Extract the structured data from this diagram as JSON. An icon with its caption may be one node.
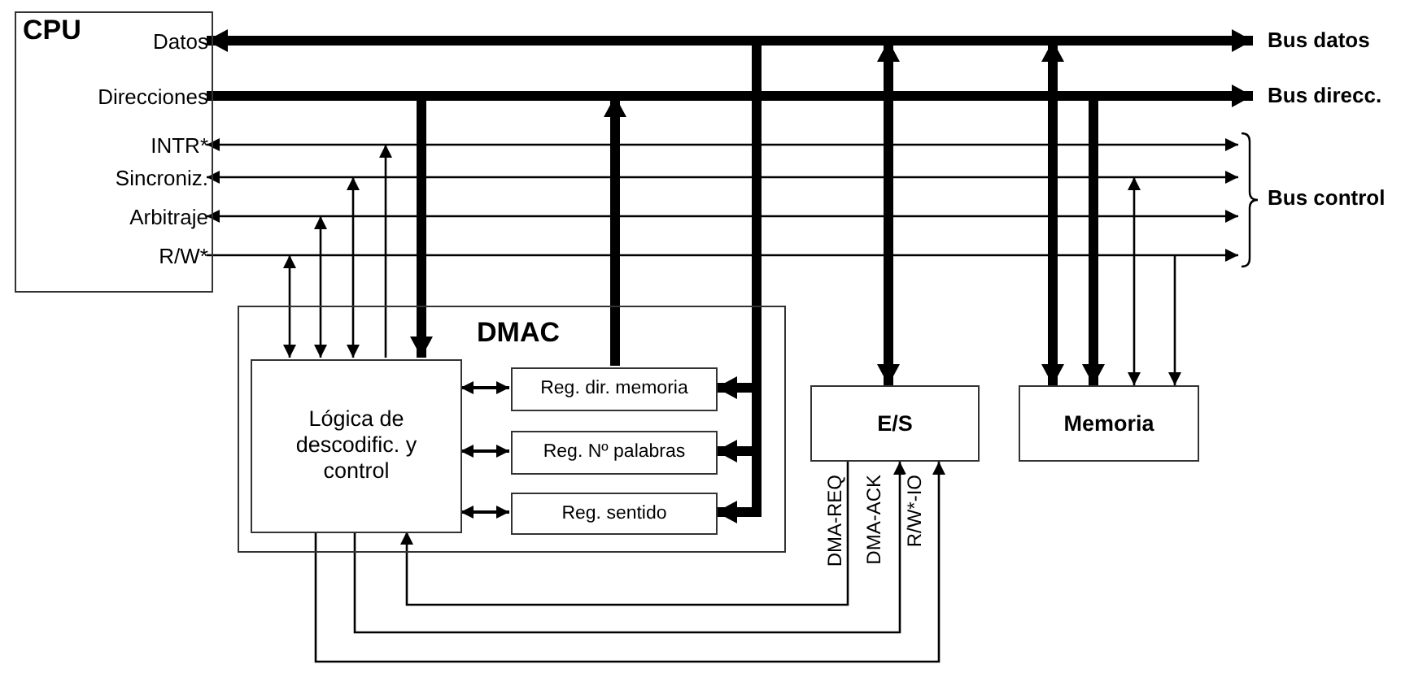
{
  "diagram": {
    "nodes": [
      {
        "text": [
          "CPU"
        ]
      },
      {
        "text": [
          "Datos"
        ],
        "in": 0
      },
      {
        "text": [
          "Direcciones"
        ],
        "in": 0
      },
      {
        "text": [
          "INTR*"
        ],
        "in": 0
      },
      {
        "text": [
          "Sincroniz."
        ],
        "in": 0
      },
      {
        "text": [
          "Arbitraje"
        ],
        "in": 0
      },
      {
        "text": [
          "R/W*"
        ],
        "in": 0
      },
      {
        "text": [
          "Bus datos"
        ]
      },
      {
        "text": [
          "Bus direcc."
        ]
      },
      {
        "text": [
          "DMAC"
        ]
      },
      {
        "text": [
          "Lógica de descodific. y control"
        ],
        "in": 9
      },
      {
        "text": [
          "Reg. dir. memoria"
        ],
        "in": 9
      },
      {
        "text": [
          "Reg. Nº palabras"
        ],
        "in": 9
      },
      {
        "text": [
          "Reg. sentido"
        ],
        "in": 9
      },
      {
        "text": [
          "E/S"
        ]
      },
      {
        "text": [
          "Memoria"
        ]
      },
      {
        "text": [
          "Bus control"
        ]
      }
    ],
    "edges": [
      {
        "from": 1,
        "to": 7,
        "arrow": "both",
        "style": "thick"
      },
      {
        "from": 2,
        "to": 8,
        "arrow": "to",
        "style": "thick"
      },
      {
        "from": 3,
        "to": 16,
        "arrow": "both"
      },
      {
        "from": 4,
        "to": 16,
        "arrow": "both"
      },
      {
        "from": 5,
        "to": 16,
        "arrow": "both"
      },
      {
        "from": 6,
        "to": 16,
        "arrow": "to"
      },
      {
        "from": 10,
        "to": null,
        "arrow": "both"
      },
      {
        "from": 10,
        "to": null,
        "arrow": "both"
      },
      {
        "from": 10,
        "to": null,
        "arrow": "both"
      },
      {
        "from": 10,
        "to": null,
        "arrow": "to"
      },
      {
        "from": null,
        "to": 10,
        "arrow": "to",
        "style": "thick"
      },
      {
        "from": 11,
        "to": null,
        "arrow": "to",
        "style": "thick"
      },
      {
        "from": null,
        "to": 11,
        "arrow": "to",
        "style": "thick"
      },
      {
        "from": null,
        "to": 12,
        "arrow": "to",
        "style": "thick"
      },
      {
        "from": null,
        "to": 13,
        "arrow": "to",
        "style": "thick"
      },
      {
        "from": 10,
        "to": 11,
        "arrow": "both"
      },
      {
        "from": 10,
        "to": 12,
        "arrow": "both"
      },
      {
        "from": 10,
        "to": 13,
        "arrow": "both"
      },
      {
        "from": 14,
        "to": null,
        "arrow": "both",
        "style": "thick"
      },
      {
        "from": 15,
        "to": null,
        "arrow": "both",
        "style": "thick"
      },
      {
        "from": null,
        "to": 15,
        "arrow": "to",
        "style": "thick"
      },
      {
        "from": 15,
        "to": null,
        "arrow": "both"
      },
      {
        "from": null,
        "to": 15,
        "arrow": "to"
      },
      {
        "from": 14,
        "to": 10,
        "arrow": "to",
        "label": "DMA-REQ"
      },
      {
        "from": 10,
        "to": 14,
        "arrow": "to",
        "label": "DMA-ACK"
      },
      {
        "from": 10,
        "to": 14,
        "arrow": "to",
        "label": "R/W*-IO"
      }
    ]
  }
}
